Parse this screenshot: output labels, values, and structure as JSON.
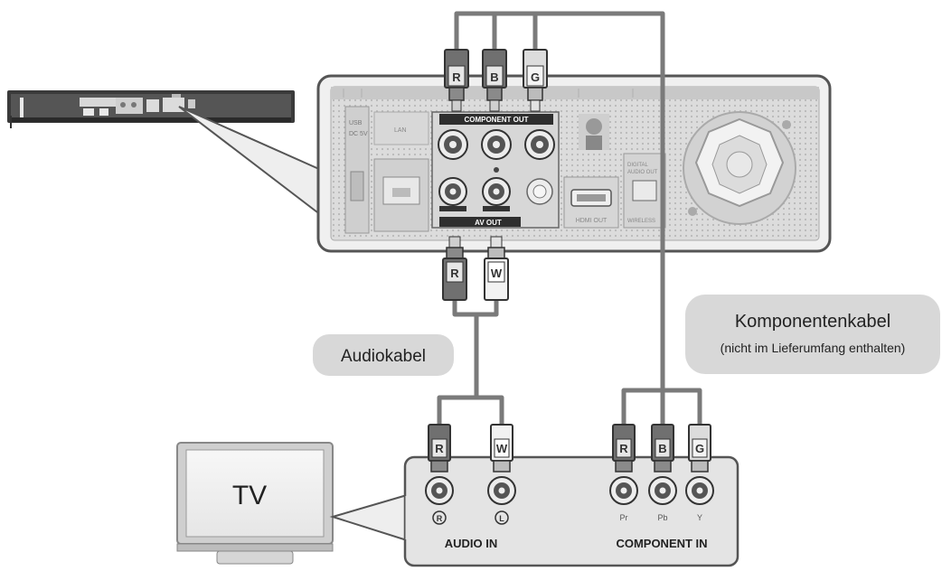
{
  "player": {
    "component_out_label": "COMPONENT OUT",
    "av_out_label": "AV OUT",
    "usb_label": "USB\nDC 5V",
    "lan_label": "LAN",
    "hdmi_label": "HDMI OUT",
    "digital_label": "DIGITAL\nAUDIO OUT",
    "wireless_label": "WIRELESS"
  },
  "plugs": {
    "top_r": "R",
    "top_b": "B",
    "top_g": "G",
    "av_r": "R",
    "av_w": "W",
    "tv_r": "R",
    "tv_w": "W",
    "comp_r": "R",
    "comp_b": "B",
    "comp_g": "G"
  },
  "labels": {
    "audio_cable": "Audiokabel",
    "component_cable_title": "Komponentenkabel",
    "component_cable_note": "(nicht im Lieferumfang enthalten)",
    "tv": "TV"
  },
  "tv_panel": {
    "audio_in": "AUDIO IN",
    "component_in": "COMPONENT IN",
    "jack_r": "R",
    "jack_l": "L",
    "jack_pr": "Pr",
    "jack_pb": "Pb",
    "jack_y": "Y"
  },
  "colors": {
    "panel_fill": "#e4e4e4",
    "panel_stroke": "#5a5a5a",
    "cable": "#777777",
    "plug_dark": "#6f6f6f",
    "plug_light": "#f4f4f4",
    "callout_fill": "#d9d9d9"
  }
}
